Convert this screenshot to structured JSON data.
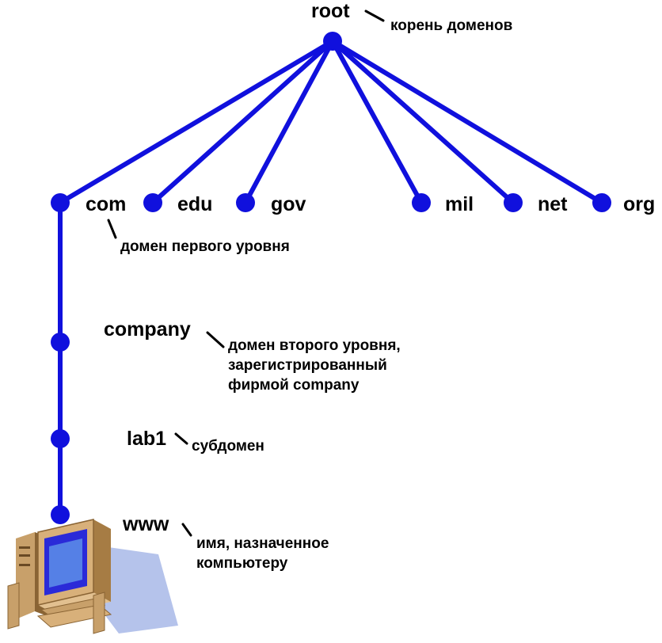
{
  "colors": {
    "edge": "#1010dd",
    "node": "#1010dd",
    "text": "#000000",
    "pointer": "#000000"
  },
  "root": {
    "label": "root",
    "annotation": "корень доменов"
  },
  "top_level_domains": [
    {
      "label": "com"
    },
    {
      "label": "edu"
    },
    {
      "label": "gov"
    },
    {
      "label": "mil"
    },
    {
      "label": "net"
    },
    {
      "label": "org"
    }
  ],
  "first_level_annotation": "домен первого уровня",
  "second_level": {
    "label": "company",
    "annotation_lines": [
      "домен второго уровня,",
      "зарегистрированный",
      "фирмой company"
    ]
  },
  "subdomain": {
    "label": "lab1",
    "annotation": "субдомен"
  },
  "host": {
    "label": "www",
    "annotation_lines": [
      "имя, назначенное",
      "компьютеру"
    ],
    "icon": "computer-icon"
  }
}
